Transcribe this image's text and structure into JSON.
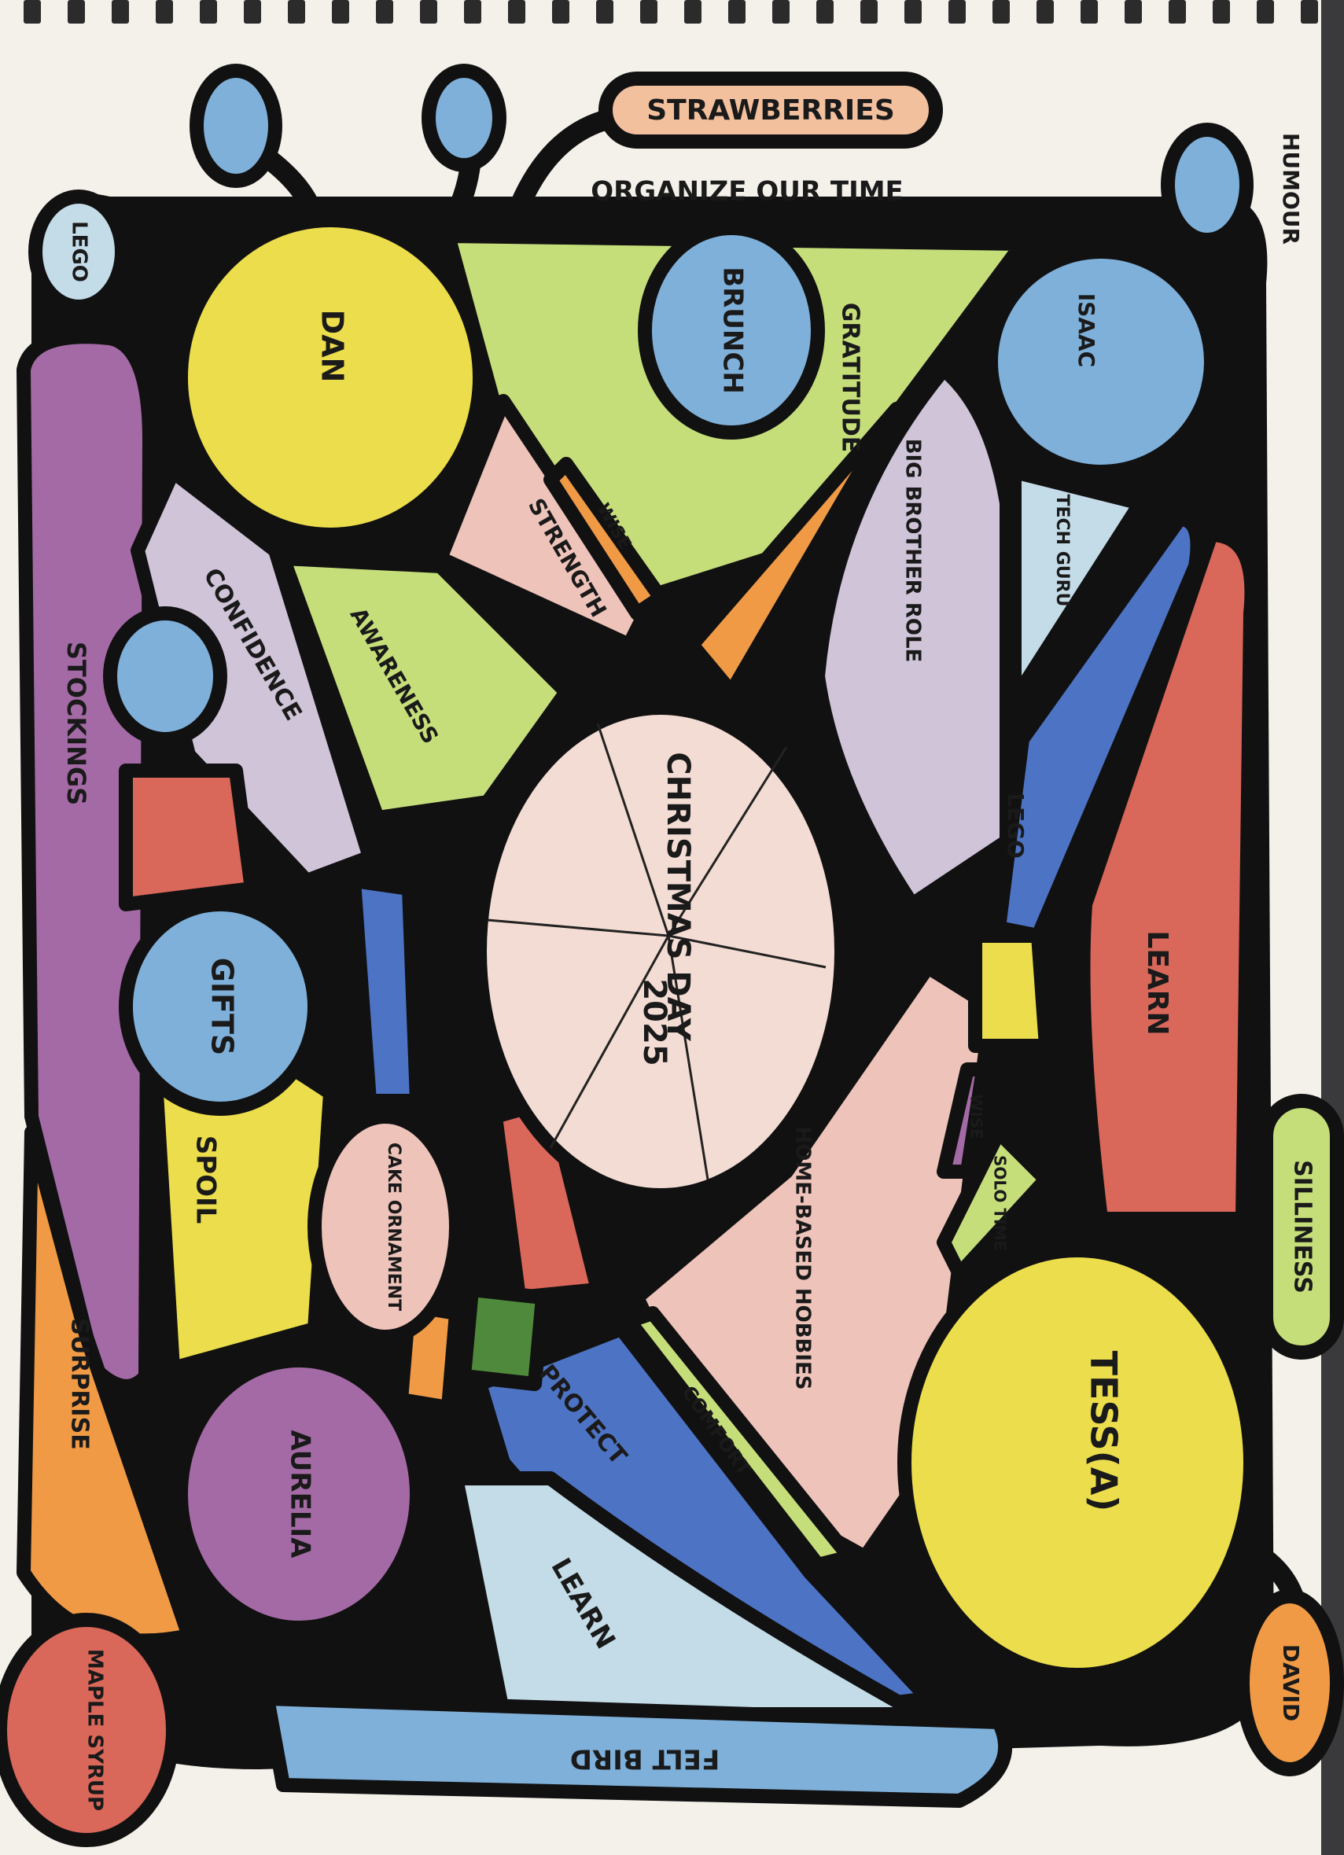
{
  "labels": {
    "strawberries": "STRAWBERRIES",
    "organize_our_time": "ORGANIZE OUR TIME",
    "humour": "HUMOUR",
    "lego_top": "LEGO",
    "dan": "DAN",
    "brunch": "BRUNCH",
    "gratitude": "GRATITUDE",
    "isaac": "ISAAC",
    "big_brother_role": "BIG BROTHER ROLE",
    "tech_guru": "TECH GURU",
    "strength": "STRENGTH",
    "wise_top": "WISE",
    "confidence": "CONFIDENCE",
    "awareness": "AWARENESS",
    "stockings": "STOCKINGS",
    "christmas_day": "CHRISTMAS DAY",
    "year": "2025",
    "lego_right": "LEGO",
    "learn_right": "LEARN",
    "gifts": "GIFTS",
    "spoil": "SPOIL",
    "wise_right": "WISE",
    "solo_time": "SOLO TIME",
    "cake_ornament": "CAKE ORNAMENT",
    "home_based_hobbies": "HOME-BASED HOBBIES",
    "silliness": "SILLINESS",
    "protect": "PROTECT",
    "comfort": "COMFORT",
    "tess": "TESS(A)",
    "surprise": "SURPRISE",
    "aurelia": "AURELIA",
    "learn_bottom": "LEARN",
    "maple_syrup": "MAPLE SYRUP",
    "felt_bird": "FELT BIRD",
    "david": "DAVID"
  },
  "colors": {
    "paper": "#f4f1ea",
    "yellow": "#ecdd4c",
    "blue": "#7fb0da",
    "green": "#c6de7a",
    "purple": "#a46aa6",
    "pink": "#eec3ba",
    "orange": "#f09a45",
    "lavender": "#cfc4d8",
    "red": "#d9675a",
    "navy": "#4d73c4",
    "lightblue": "#c4dce8",
    "outline": "#111111"
  }
}
